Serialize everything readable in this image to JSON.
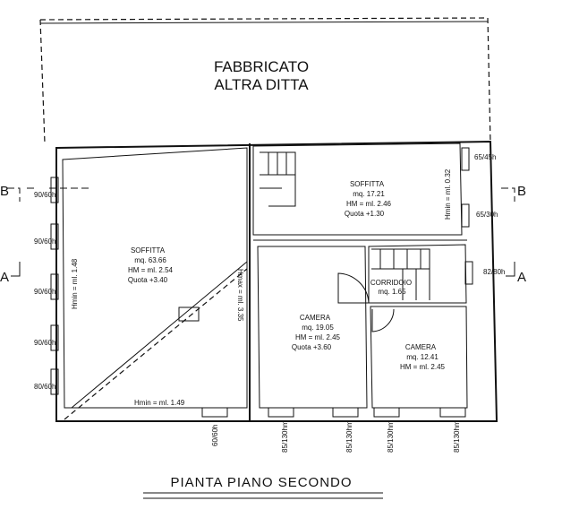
{
  "neighbour": {
    "line1": "FABBRICATO",
    "line2": "ALTRA DITTA"
  },
  "rooms": [
    {
      "name": "SOFFITTA",
      "area": "mq. 63.66",
      "height": "HM = ml. 2.54",
      "level": "Quota +3.40"
    },
    {
      "name": "SOFFITTA",
      "area": "mq. 17.21",
      "height": "HM = ml. 2.46",
      "level": "Quota +1.30"
    },
    {
      "name": "CORRIDOIO",
      "area": "mq. 1.65"
    },
    {
      "name": "CAMERA",
      "area": "mq. 19.05",
      "height": "HM = ml. 2.45",
      "level": "Quota +3.60"
    },
    {
      "name": "CAMERA",
      "area": "mq. 12.41",
      "height": "HM = ml. 2.45"
    }
  ],
  "heights": {
    "hmin_bottom": "Hmin = ml. 1.49",
    "hmin_left": "Hmin = ml. 1.48",
    "hmax": "Hmax = ml. 3.35",
    "hmin_right": "Hmin = ml. 0.32"
  },
  "windows_left": [
    "90/60h",
    "90/60h",
    "90/60h",
    "90/60h",
    "80/60h"
  ],
  "windows_right": [
    "65/45h",
    "65/30h",
    "82/80h"
  ],
  "windows_bottom": [
    "60/60h",
    "85/130hm",
    "85/130hm",
    "85/130hm",
    "85/130hm"
  ],
  "sections": {
    "a": "A",
    "b": "B"
  },
  "title": "PIANTA PIANO SECONDO"
}
